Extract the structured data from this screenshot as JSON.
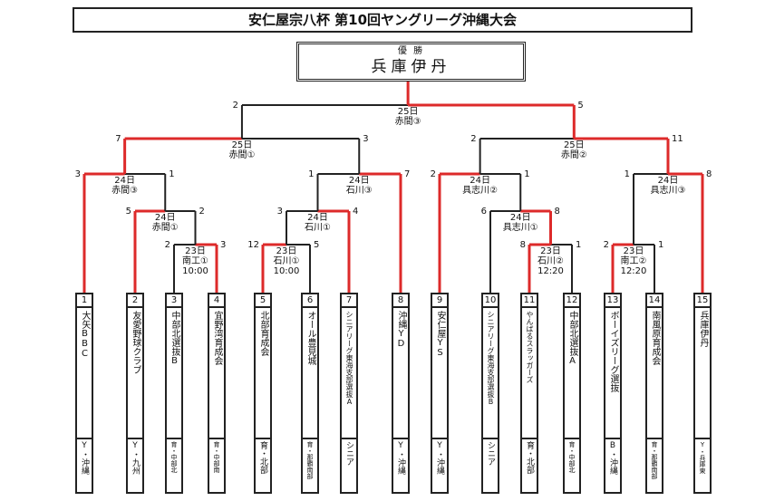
{
  "title": "安仁屋宗八杯 第10回ヤングリーグ沖縄大会",
  "champion": {
    "label": "優 勝",
    "name": "兵庫伊丹"
  },
  "colors": {
    "win": "#dd2a2a",
    "line": "#222222"
  },
  "teams": [
    {
      "no": "1",
      "name": "大矢BBC",
      "region": "Y・沖縄"
    },
    {
      "no": "2",
      "name": "友愛野球クラブ",
      "region": "Y・九州"
    },
    {
      "no": "3",
      "name": "中部北選抜B",
      "region": "育・中部北"
    },
    {
      "no": "4",
      "name": "宜野湾育成会",
      "region": "育・中部南"
    },
    {
      "no": "5",
      "name": "北部育成会",
      "region": "育・北部"
    },
    {
      "no": "6",
      "name": "オール豊見城",
      "region": "育・那覇南部"
    },
    {
      "no": "7",
      "name": "シニアリーグ東海支部選抜A",
      "region": "シニア"
    },
    {
      "no": "8",
      "name": "沖縄YD",
      "region": "Y・沖縄"
    },
    {
      "no": "9",
      "name": "安仁屋YS",
      "region": "Y・沖縄"
    },
    {
      "no": "10",
      "name": "シニアリーグ東海支部選抜B",
      "region": "シニア"
    },
    {
      "no": "11",
      "name": "やんばるスラッガーズ",
      "region": "育・北部"
    },
    {
      "no": "12",
      "name": "中部北選抜A",
      "region": "育・中部北"
    },
    {
      "no": "13",
      "name": "ボーイズリーグ選抜",
      "region": "B・沖縄"
    },
    {
      "no": "14",
      "name": "南風原育成会",
      "region": "育・那覇南部"
    },
    {
      "no": "15",
      "name": "兵庫伊丹",
      "region": "Y・兵庫東"
    }
  ],
  "matches": [
    {
      "day": "23日",
      "venue": "南工①",
      "time": "10:00",
      "score_l": "2",
      "score_r": "3"
    },
    {
      "day": "23日",
      "venue": "石川①",
      "time": "10:00",
      "score_l": "12",
      "score_r": "5"
    },
    {
      "day": "23日",
      "venue": "石川②",
      "time": "12:20",
      "score_l": "8",
      "score_r": "1"
    },
    {
      "day": "23日",
      "venue": "南工②",
      "time": "12:20",
      "score_l": "2",
      "score_r": "1"
    },
    {
      "day": "24日",
      "venue": "赤間①",
      "score_l": "5",
      "score_r": "2"
    },
    {
      "day": "24日",
      "venue": "石川①",
      "score_l": "3",
      "score_r": "4"
    },
    {
      "day": "24日",
      "venue": "具志川①",
      "score_l": "6",
      "score_r": "8"
    },
    {
      "day": "24日",
      "venue": "赤間③",
      "score_l": "3",
      "score_r": "1"
    },
    {
      "day": "24日",
      "venue": "石川③",
      "score_l": "1",
      "score_r": "7"
    },
    {
      "day": "24日",
      "venue": "具志川②",
      "score_l": "2",
      "score_r": "1"
    },
    {
      "day": "24日",
      "venue": "具志川③",
      "score_l": "1",
      "score_r": "8"
    },
    {
      "day": "25日",
      "venue": "赤間①",
      "score_l": "7",
      "score_r": "3"
    },
    {
      "day": "25日",
      "venue": "赤間②",
      "score_l": "2",
      "score_r": "11"
    },
    {
      "day": "25日",
      "venue": "赤間③",
      "score_l": "2",
      "score_r": "5"
    }
  ]
}
